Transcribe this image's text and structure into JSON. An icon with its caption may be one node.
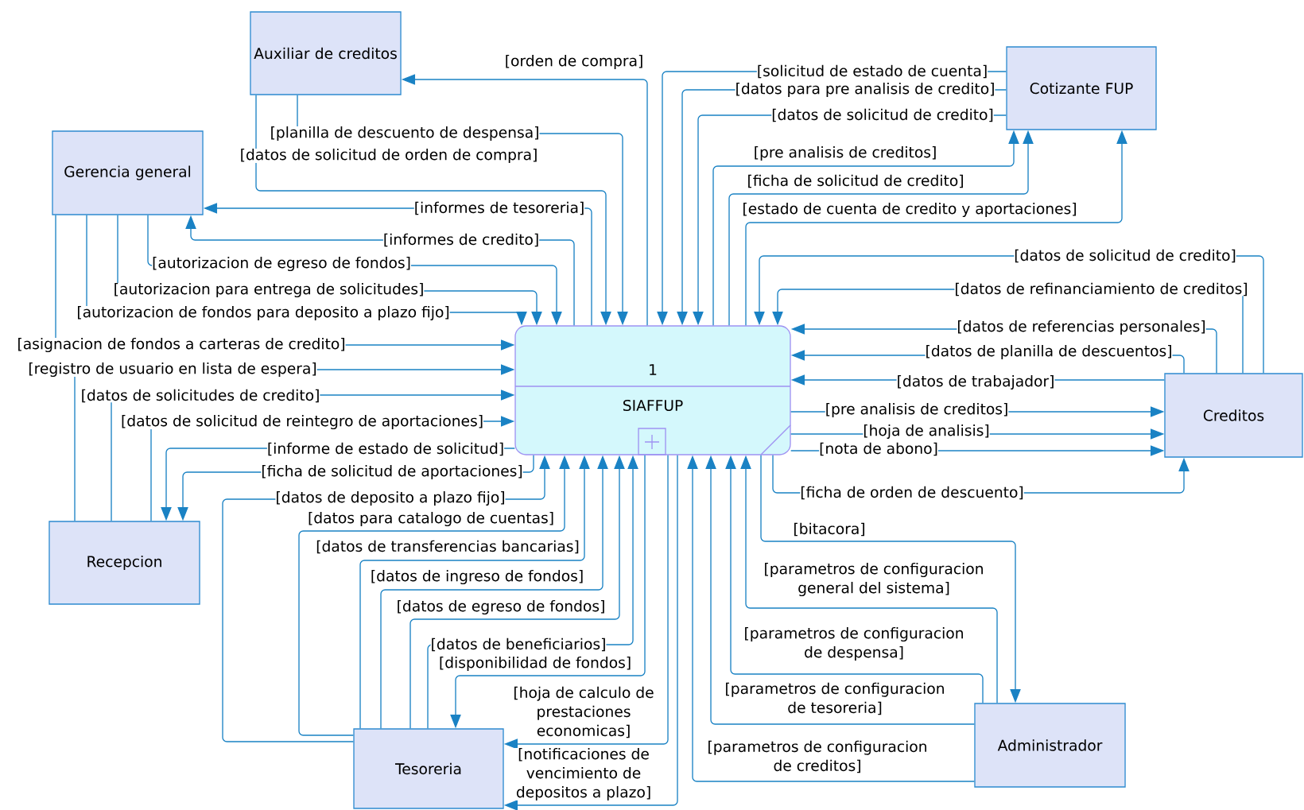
{
  "diagram": {
    "nodes": [
      {
        "text": [
          "Auxiliar de creditos"
        ]
      },
      {
        "text": [
          "Cotizante FUP"
        ]
      },
      {
        "text": [
          "Gerencia general"
        ]
      },
      {
        "text": [
          "1",
          "SIAFFUP"
        ]
      },
      {
        "text": [
          "Creditos"
        ]
      },
      {
        "text": [
          "Recepcion"
        ]
      },
      {
        "text": [
          "Administrador"
        ]
      },
      {
        "text": [
          "Tesoreria"
        ]
      }
    ],
    "edges": [
      {
        "from": 3,
        "to": 0,
        "arrow": "to",
        "label": "[orden de compra]"
      },
      {
        "from": 0,
        "to": 3,
        "arrow": "to",
        "label": "[planilla de descuento de despensa]"
      },
      {
        "from": 0,
        "to": 3,
        "arrow": "to",
        "label": "[datos de solicitud de orden de compra]"
      },
      {
        "from": 1,
        "to": 3,
        "arrow": "to",
        "label": "[solicitud de estado de cuenta]"
      },
      {
        "from": 1,
        "to": 3,
        "arrow": "to",
        "label": "[datos para pre analisis de credito]"
      },
      {
        "from": 1,
        "to": 3,
        "arrow": "to",
        "label": "[datos de solicitud de credito]"
      },
      {
        "from": 3,
        "to": 1,
        "arrow": "to",
        "label": "[pre analisis de creditos]"
      },
      {
        "from": 3,
        "to": 1,
        "arrow": "to",
        "label": "[ficha de solicitud de credito]"
      },
      {
        "from": 3,
        "to": 1,
        "arrow": "to",
        "label": "[estado de cuenta de credito y aportaciones]"
      },
      {
        "from": 3,
        "to": 2,
        "arrow": "to",
        "label": "[informes de tesoreria]"
      },
      {
        "from": 3,
        "to": 2,
        "arrow": "to",
        "label": "[informes de credito]"
      },
      {
        "from": 2,
        "to": 3,
        "arrow": "to",
        "label": "[autorizacion de egreso de fondos]"
      },
      {
        "from": 2,
        "to": 3,
        "arrow": "to",
        "label": "[autorizacion para entrega de solicitudes]"
      },
      {
        "from": 2,
        "to": 3,
        "arrow": "to",
        "label": "[autorizacion de fondos para deposito a plazo fijo]"
      },
      {
        "from": 2,
        "to": 3,
        "arrow": "to",
        "label": "[asignacion de fondos a carteras de credito]"
      },
      {
        "from": 5,
        "to": 3,
        "arrow": "to",
        "label": "[registro de usuario en lista de espera]"
      },
      {
        "from": 5,
        "to": 3,
        "arrow": "to",
        "label": "[datos de solicitudes de credito]"
      },
      {
        "from": 5,
        "to": 3,
        "arrow": "to",
        "label": "[datos de solicitud de reintegro de aportaciones]"
      },
      {
        "from": 3,
        "to": 5,
        "arrow": "to",
        "label": "[informe de estado de solicitud]"
      },
      {
        "from": 3,
        "to": 5,
        "arrow": "to",
        "label": "[ficha de solicitud de aportaciones]"
      },
      {
        "from": 7,
        "to": 3,
        "arrow": "to",
        "label": "[datos de deposito a plazo fijo]"
      },
      {
        "from": 7,
        "to": 3,
        "arrow": "to",
        "label": "[datos para catalogo de cuentas]"
      },
      {
        "from": 7,
        "to": 3,
        "arrow": "to",
        "label": "[datos de transferencias bancarias]"
      },
      {
        "from": 7,
        "to": 3,
        "arrow": "to",
        "label": "[datos de ingreso de fondos]"
      },
      {
        "from": 7,
        "to": 3,
        "arrow": "to",
        "label": "[datos de egreso de fondos]"
      },
      {
        "from": 7,
        "to": 3,
        "arrow": "to",
        "label": "[datos de beneficiarios]"
      },
      {
        "from": 3,
        "to": 7,
        "arrow": "to",
        "label": "[disponibilidad de fondos]"
      },
      {
        "from": 3,
        "to": 7,
        "arrow": "to",
        "label": "[hoja de calculo de prestaciones economicas]"
      },
      {
        "from": 3,
        "to": 7,
        "arrow": "to",
        "label": "[notificaciones de vencimiento de depositos a plazo]"
      },
      {
        "from": 3,
        "to": 6,
        "arrow": "to",
        "label": "[bitacora]"
      },
      {
        "from": 6,
        "to": 3,
        "arrow": "to",
        "label": "[parametros de configuracion general del sistema]"
      },
      {
        "from": 6,
        "to": 3,
        "arrow": "to",
        "label": "[parametros de configuracion de despensa]"
      },
      {
        "from": 6,
        "to": 3,
        "arrow": "to",
        "label": "[parametros de configuracion de tesoreria]"
      },
      {
        "from": 6,
        "to": 3,
        "arrow": "to",
        "label": "[parametros de configuracion de creditos]"
      },
      {
        "from": 4,
        "to": 3,
        "arrow": "to",
        "label": "[datos de solicitud de credito]"
      },
      {
        "from": 4,
        "to": 3,
        "arrow": "to",
        "label": "[datos de refinanciamiento de creditos]"
      },
      {
        "from": 4,
        "to": 3,
        "arrow": "to",
        "label": "[datos de referencias personales]"
      },
      {
        "from": 4,
        "to": 3,
        "arrow": "to",
        "label": "[datos de planilla de descuentos]"
      },
      {
        "from": 4,
        "to": 3,
        "arrow": "to",
        "label": "[datos de trabajador]"
      },
      {
        "from": 3,
        "to": 4,
        "arrow": "to",
        "label": "[pre analisis de creditos]"
      },
      {
        "from": 3,
        "to": 4,
        "arrow": "to",
        "label": "[hoja de analisis]"
      },
      {
        "from": 3,
        "to": 4,
        "arrow": "to",
        "label": "[nota de abono]"
      },
      {
        "from": 3,
        "to": 4,
        "arrow": "to",
        "label": "[ficha de orden de descuento]"
      }
    ]
  }
}
